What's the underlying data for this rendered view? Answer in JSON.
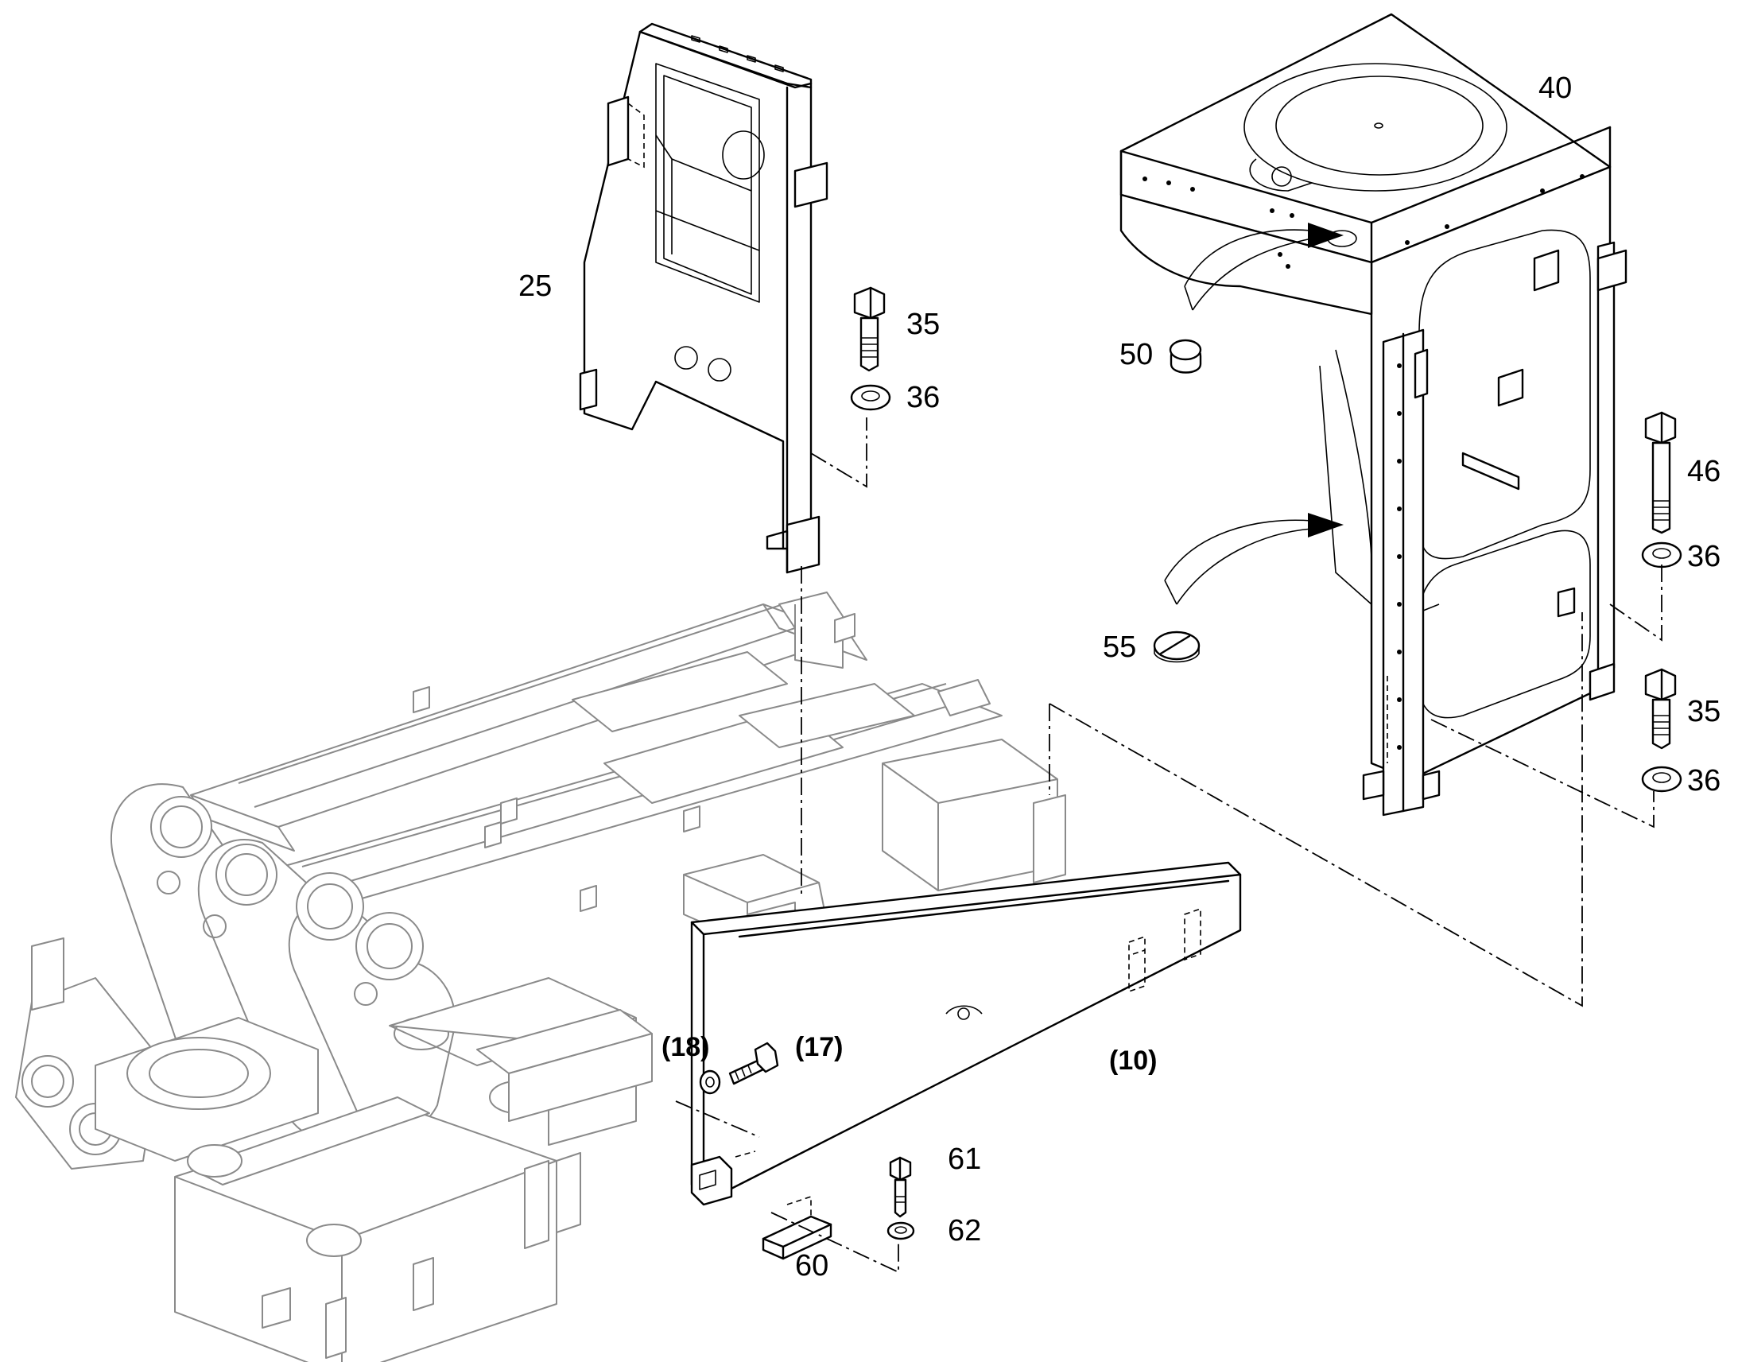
{
  "callouts": {
    "c25": "25",
    "c35a": "35",
    "c36a": "36",
    "c40": "40",
    "c50": "50",
    "c46": "46",
    "c36b": "36",
    "c55": "55",
    "c35b": "35",
    "c36c": "36",
    "c18": "(18)",
    "c17": "(17)",
    "c10": "(10)",
    "c61": "61",
    "c62": "62",
    "c60": "60"
  }
}
